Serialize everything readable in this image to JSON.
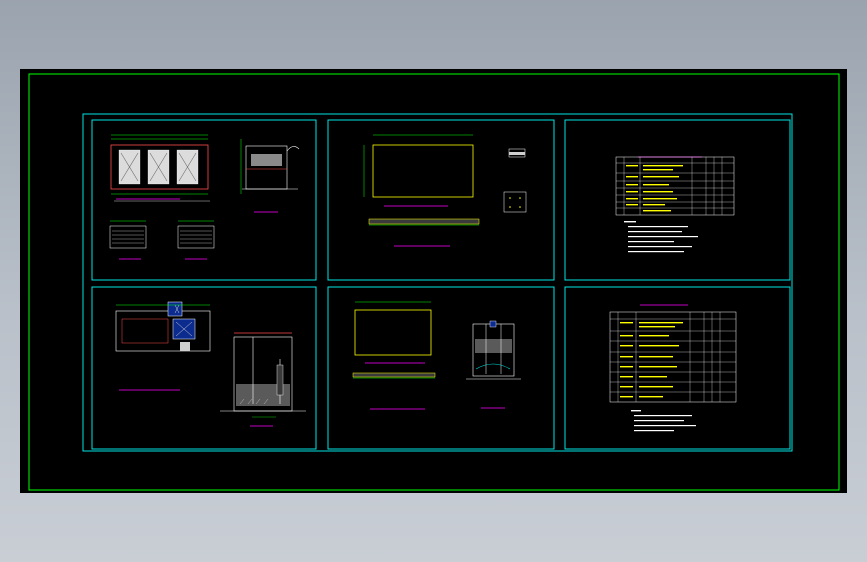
{
  "app": {
    "background": "#a4acb6",
    "canvas_color": "#000000",
    "frame_color": "#00ff00",
    "panel_border_color": "#00e5e5"
  },
  "panels": [
    {
      "id": "p1",
      "captions": []
    },
    {
      "id": "p2",
      "captions": []
    },
    {
      "id": "p3",
      "captions": []
    },
    {
      "id": "p4",
      "captions": []
    },
    {
      "id": "p5",
      "captions": []
    },
    {
      "id": "p6",
      "captions": []
    }
  ]
}
